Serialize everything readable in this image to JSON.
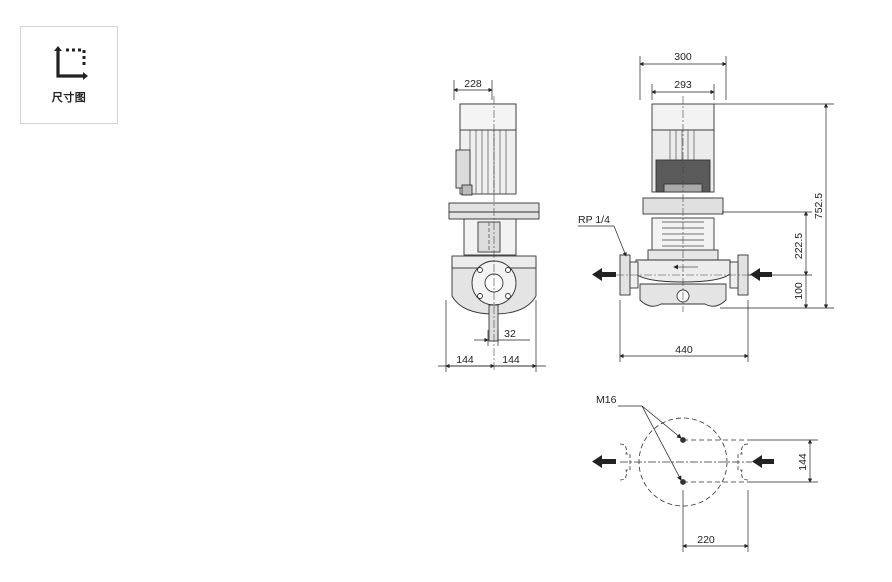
{
  "tile": {
    "label": "尺寸图",
    "icon": "dimensions-icon"
  },
  "side_view": {
    "width_top": "228",
    "offset": "32",
    "half_left": "144",
    "half_right": "144"
  },
  "front_view": {
    "width_outer": "300",
    "width_inner": "293",
    "total_height": "752.5",
    "shaft_height": "222.5",
    "base_height": "100",
    "port_thread": "RP 1/4",
    "flange_distance": "440"
  },
  "bottom_view": {
    "bolt": "M16",
    "bolt_spacing_v": "144",
    "bolt_spacing_h": "220"
  },
  "colors": {
    "line": "#333333",
    "fill": "#e6e6e6",
    "dark": "#555555"
  }
}
